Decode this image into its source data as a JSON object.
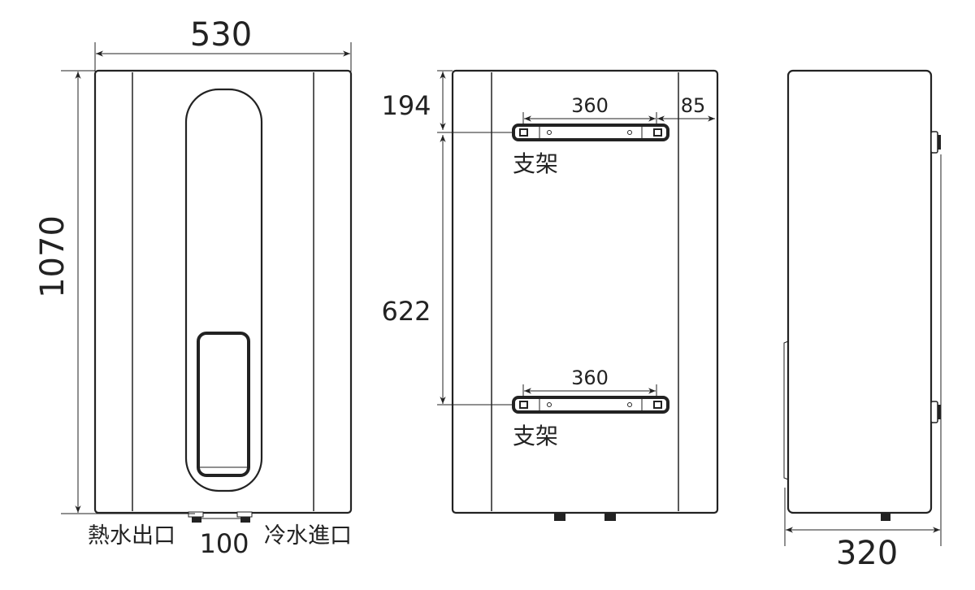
{
  "front_view": {
    "width_label": "530",
    "height_label": "1070",
    "spacing_label": "100",
    "hot_outlet_label": "熱水出口",
    "cold_inlet_label": "冷水進口"
  },
  "back_view": {
    "top_offset_label": "194",
    "bracket_spacing_label": "622",
    "bracket_top_width_label": "360",
    "bracket_side_offset_label": "85",
    "bracket_bottom_width_label": "360",
    "bracket_top_label": "支架",
    "bracket_bottom_label": "支架"
  },
  "side_view": {
    "depth_label": "320"
  },
  "colors": {
    "line": "#222222",
    "background": "#ffffff"
  }
}
